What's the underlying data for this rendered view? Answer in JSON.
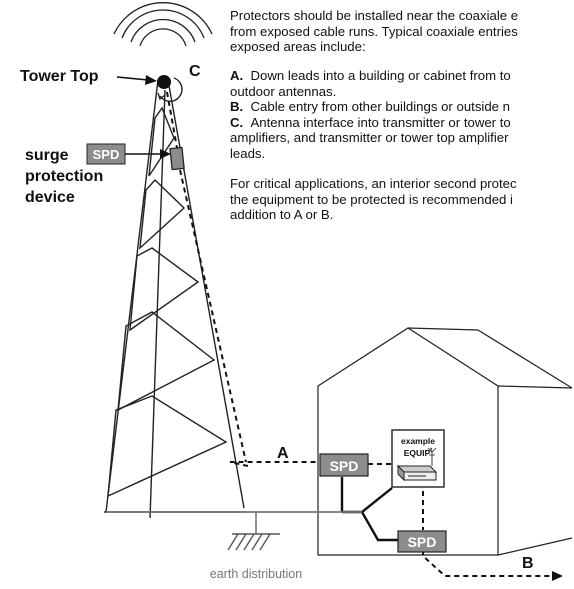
{
  "paragraphs": {
    "intro": [
      "Protectors should be installed near the coaxiale e",
      "from exposed cable runs. Typical coaxiale entries",
      "exposed areas include:"
    ],
    "items": [
      {
        "key": "A.",
        "lines": [
          "Down leads into a building or cabinet from to",
          "outdoor antennas."
        ]
      },
      {
        "key": "B.",
        "lines": [
          "Cable entry from other buildings or outside n"
        ]
      },
      {
        "key": "C.",
        "lines": [
          "Antenna interface into transmitter or tower to",
          "amplifiers, and transmitter or tower top amplifier",
          "leads."
        ]
      }
    ],
    "critical": [
      "For critical applications, an interior second protec",
      "the equipment to be protected is recommended i",
      "addition to A or B."
    ]
  },
  "labels": {
    "tower_top": "Tower Top",
    "surge_line1": "surge",
    "surge_line2": "protection",
    "surge_line3": "device",
    "spd": "SPD",
    "callout_c": "C",
    "callout_a": "A",
    "callout_b": "B",
    "equip_line1": "example",
    "equip_line2": "EQUIP",
    "equip_sup": "t",
    "earth": "earth distribution"
  },
  "colors": {
    "spd_fill": "#8c8c8c",
    "line": "#222222",
    "earth_text": "#777777"
  }
}
